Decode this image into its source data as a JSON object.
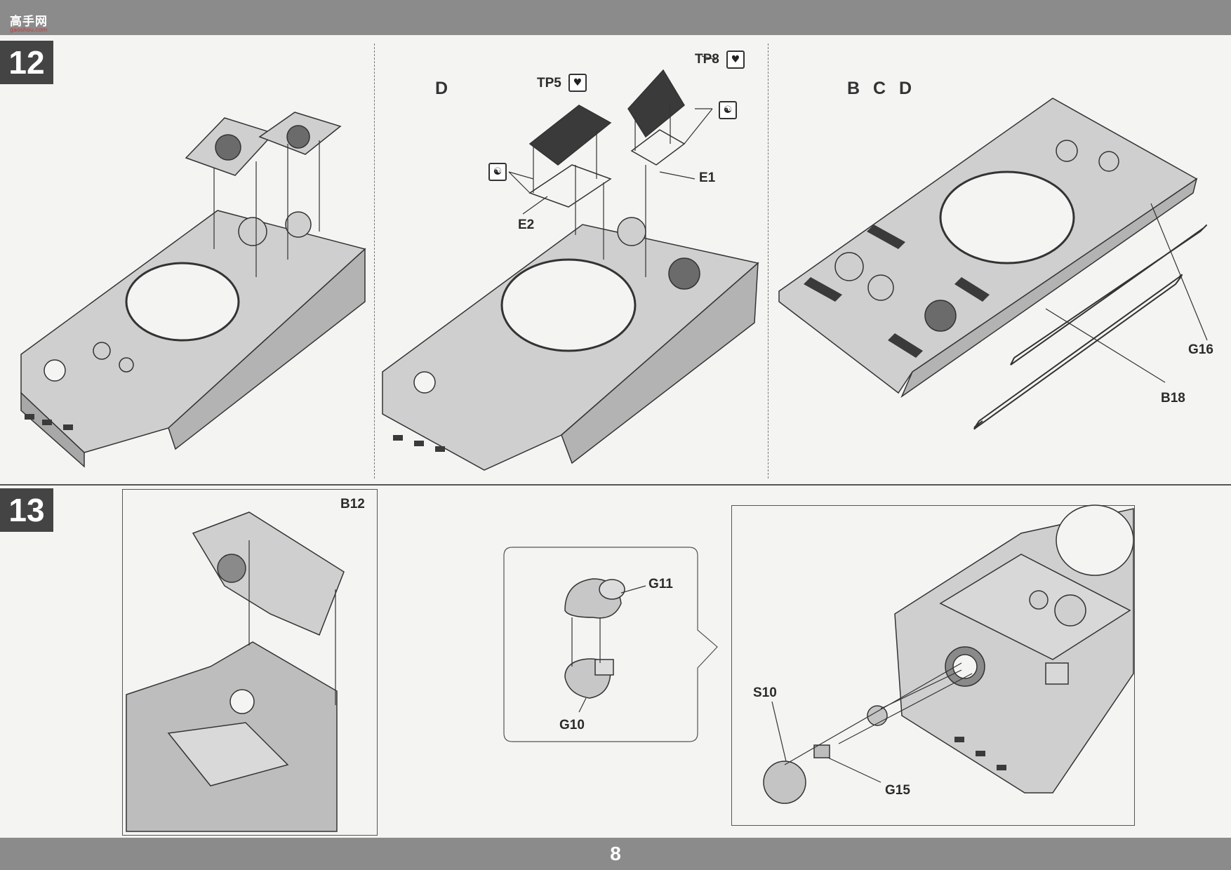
{
  "header": {
    "logo_text": "高手网",
    "logo_sub": "gaoshou.com"
  },
  "page_number": "8",
  "step12": {
    "number": "12",
    "panel2": {
      "group_letter": "D",
      "labels": {
        "tp5": "TP5",
        "tp8": "TP8",
        "e1": "E1",
        "e2": "E2"
      },
      "icons": {
        "tp5_icon": "heart-icon",
        "tp8_icon": "broken-heart-icon",
        "pair_icon": "yin-yang-icon"
      }
    },
    "panel3": {
      "group_letters": "B C D",
      "labels": {
        "g16": "G16",
        "b18": "B18"
      }
    }
  },
  "step13": {
    "number": "13",
    "panel1": {
      "labels": {
        "b12": "B12"
      }
    },
    "panel2": {
      "labels": {
        "g11": "G11",
        "g10": "G10"
      }
    },
    "panel3": {
      "labels": {
        "s10": "S10",
        "g15": "G15"
      }
    }
  },
  "colors": {
    "bar_gray": "#8b8b8b",
    "step_badge": "#444444",
    "part_fill": "#c9c9c9",
    "part_dark": "#3a3a3a"
  }
}
